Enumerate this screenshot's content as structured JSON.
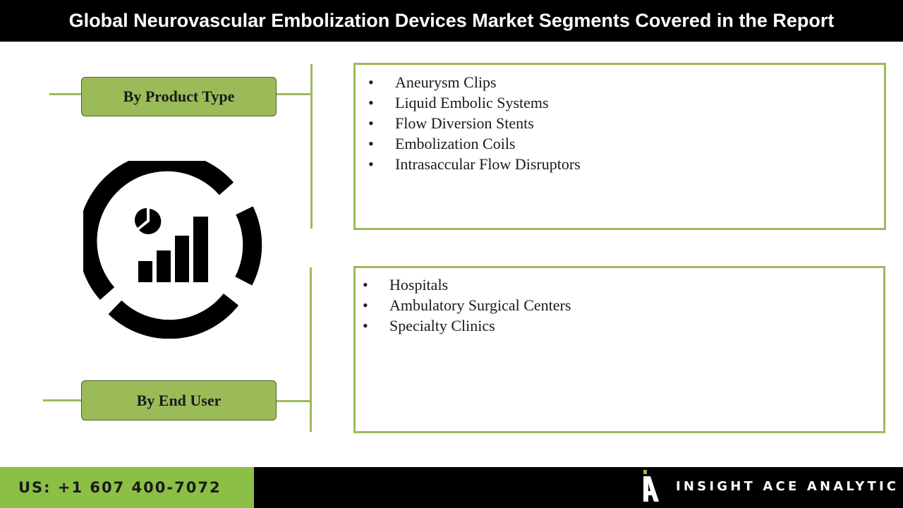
{
  "title": "Global Neurovascular Embolization Devices Market Segments Covered in the Report",
  "segments": [
    {
      "label": "By Product Type",
      "items": [
        "Aneurysm Clips",
        "Liquid Embolic Systems",
        "Flow Diversion Stents",
        "Embolization Coils",
        "Intrasaccular Flow Disruptors"
      ]
    },
    {
      "label": "By End User",
      "items": [
        "Hospitals",
        "Ambulatory Surgical Centers",
        "Specialty Clinics"
      ]
    }
  ],
  "bullet": "•",
  "footer": {
    "phone": "US: +1 607 400-7072",
    "brand": "INSIGHT ACE ANALYTIC"
  },
  "graphic": {
    "icon": "analytics-chart-icon"
  },
  "colors": {
    "accent": "#9bbb59",
    "footer_green": "#8cbf45",
    "header_bg": "#000000"
  }
}
